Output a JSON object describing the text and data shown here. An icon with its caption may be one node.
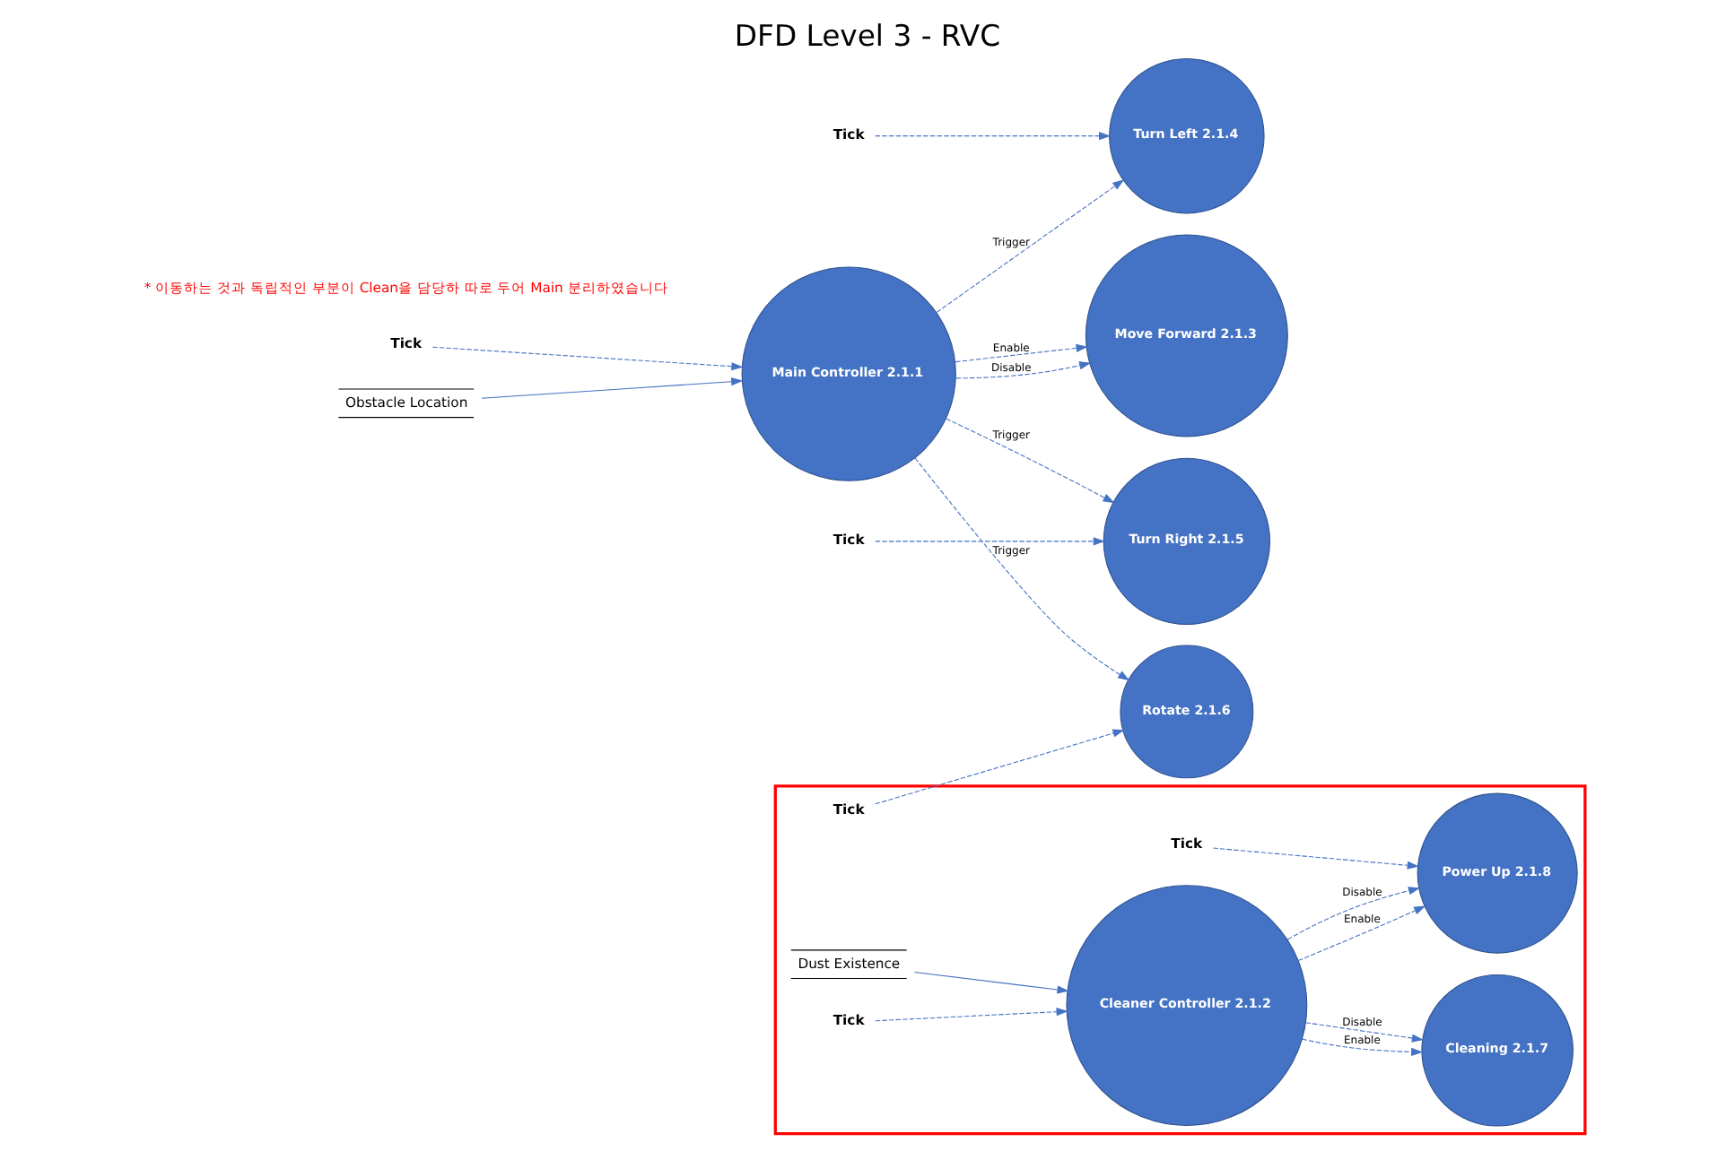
{
  "diagram": {
    "title": "DFD Level 3 - RVC",
    "nodes": [
      {
        "text": [
          "Move Forward 2.1.3"
        ]
      },
      {
        "text": [
          "Tick"
        ]
      },
      {
        "text": [
          "Main Controller 2.1.1"
        ]
      },
      {
        "text": [
          "Tick"
        ]
      },
      {
        "text": [
          "Turn Left 2.1.4"
        ]
      },
      {
        "text": [
          "Obstacle Location"
        ]
      },
      {
        "text": [
          "Tick"
        ]
      },
      {
        "text": [
          "Turn Right 2.1.5"
        ]
      },
      {
        "text": [],
        "shape": "box"
      },
      {
        "text": [
          "Tick"
        ],
        "in": 8
      },
      {
        "text": [
          "Rotate 2.1.6"
        ]
      },
      {
        "text": [
          "Cleaning 2.1.7"
        ],
        "in": 8
      },
      {
        "text": [
          "Dust Existence"
        ],
        "in": 8
      },
      {
        "text": [
          "Cleaner Controller 2.1.2"
        ],
        "in": 8
      },
      {
        "text": [
          "Tick"
        ],
        "in": 8
      },
      {
        "text": [
          "Power Up 2.1.8"
        ],
        "in": 8
      },
      {
        "text": [
          "Tick"
        ],
        "in": 8
      }
    ],
    "edges": [
      {
        "from": 1,
        "to": 2,
        "arrow": "to",
        "style": "dashed"
      },
      {
        "from": 5,
        "to": 2,
        "arrow": "to"
      },
      {
        "from": 2,
        "to": 0,
        "arrow": "to",
        "label": "Enable",
        "style": "dashed"
      },
      {
        "from": 2,
        "to": 0,
        "arrow": "to",
        "label": "Disable",
        "style": "dashed"
      },
      {
        "from": 2,
        "to": 4,
        "arrow": "to",
        "label": "Trigger",
        "style": "dashed"
      },
      {
        "from": 3,
        "to": 4,
        "arrow": "to",
        "style": "dashed"
      },
      {
        "from": 2,
        "to": 7,
        "arrow": "to",
        "label": "Trigger",
        "style": "dashed"
      },
      {
        "from": 6,
        "to": 7,
        "arrow": "to",
        "style": "dashed"
      },
      {
        "from": 2,
        "to": 10,
        "arrow": "to",
        "label": "Trigger",
        "style": "dashed"
      },
      {
        "from": 9,
        "to": 10,
        "arrow": "to",
        "style": "dashed"
      },
      {
        "from": 13,
        "to": 11,
        "arrow": "to",
        "label": "Enable",
        "style": "dashed"
      },
      {
        "from": 13,
        "to": 11,
        "arrow": "to",
        "label": "Disable",
        "style": "dashed"
      },
      {
        "from": 12,
        "to": 13,
        "arrow": "to"
      },
      {
        "from": 14,
        "to": 15,
        "arrow": "to",
        "style": "dashed"
      },
      {
        "from": 13,
        "to": 15,
        "arrow": "to",
        "label": "Enable",
        "style": "dashed"
      },
      {
        "from": 13,
        "to": 15,
        "arrow": "to",
        "label": "Disable",
        "style": "dashed"
      },
      {
        "from": 16,
        "to": 13,
        "arrow": "to",
        "style": "dashed"
      }
    ],
    "labels": [
      "* 이동하는 것과 독립적인 부분이 Clean을 담당하 따로 두어 Main 분리하였습니다"
    ]
  }
}
